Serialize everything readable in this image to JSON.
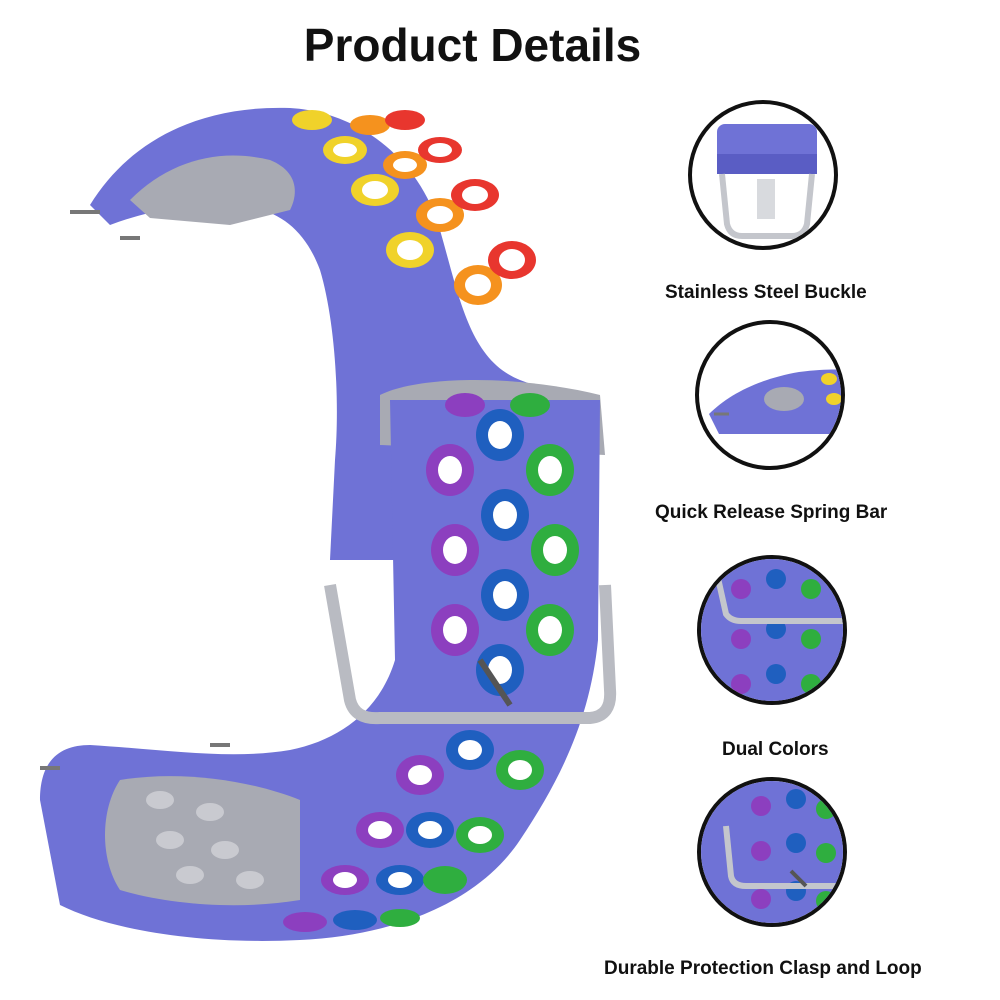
{
  "page": {
    "title": "Product Details"
  },
  "colors": {
    "strap": "#6f72d6",
    "strap_dark": "#5a5dc4",
    "strap_light": "#8285e0",
    "inner": "#a8aab3",
    "steel": "#c4c6cc",
    "steel_dark": "#8a8d94"
  },
  "details": [
    {
      "label": "Stainless Steel Buckle",
      "icon": "buckle-closeup-icon"
    },
    {
      "label": "Quick Release Spring Bar",
      "icon": "spring-bar-closeup-icon"
    },
    {
      "label": "Dual Colors",
      "icon": "dual-colors-closeup-icon"
    },
    {
      "label": "Durable Protection Clasp and Loop",
      "icon": "clasp-loop-closeup-icon"
    }
  ]
}
